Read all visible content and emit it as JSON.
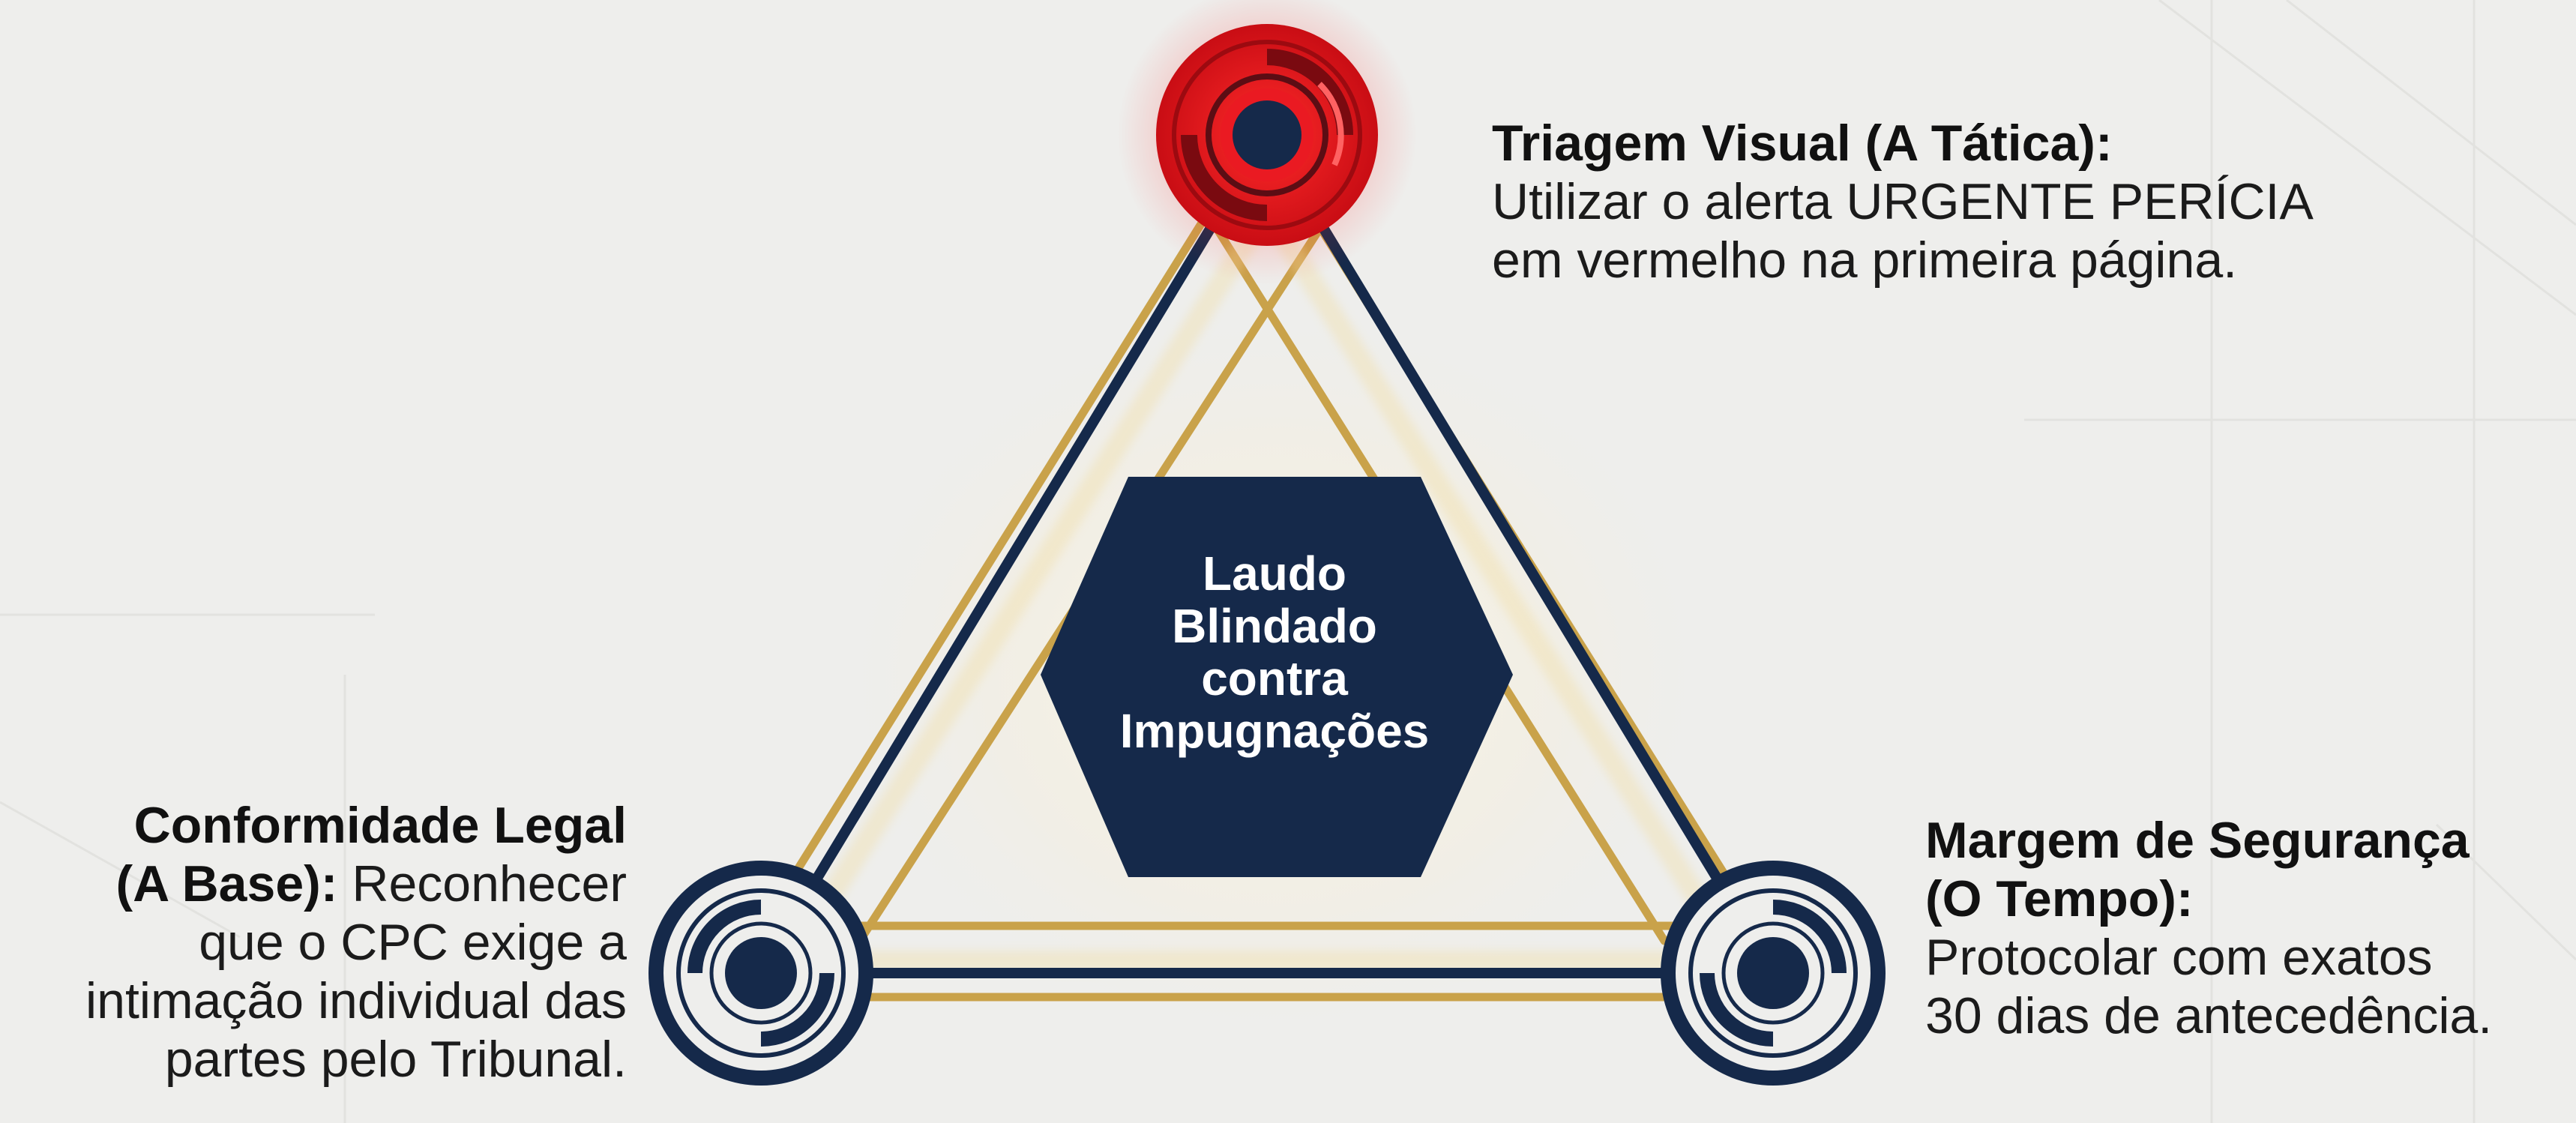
{
  "diagram": {
    "center": {
      "lines": [
        "Laudo",
        "Blindado",
        "contra",
        "Impugnações"
      ]
    },
    "nodes": {
      "top": {
        "title": "Triagem Visual (A Tática):",
        "lines": [
          "Utilizar o alerta URGENTE PERÍCIA",
          "em vermelho na primeira página."
        ]
      },
      "left": {
        "title_line1": "Conformidade Legal",
        "title_line2": "(A Base):",
        "line2_rest": " Reconhecer",
        "lines": [
          "que o CPC exige a",
          "intimação individual das",
          "partes pelo Tribunal."
        ]
      },
      "right": {
        "title_line1": "Margem de Segurança",
        "title_line2": "(O Tempo):",
        "lines": [
          "Protocolar com exatos",
          "30 dias de antecedência."
        ]
      }
    }
  },
  "colors": {
    "background": "#eeeeec",
    "navy": "#15294a",
    "gold": "#c9a24a",
    "alert_red": "#e0121b",
    "text": "#1b1b1b"
  },
  "icons": {
    "top_node": "alert-target-icon",
    "left_node": "target-icon",
    "right_node": "target-icon"
  }
}
